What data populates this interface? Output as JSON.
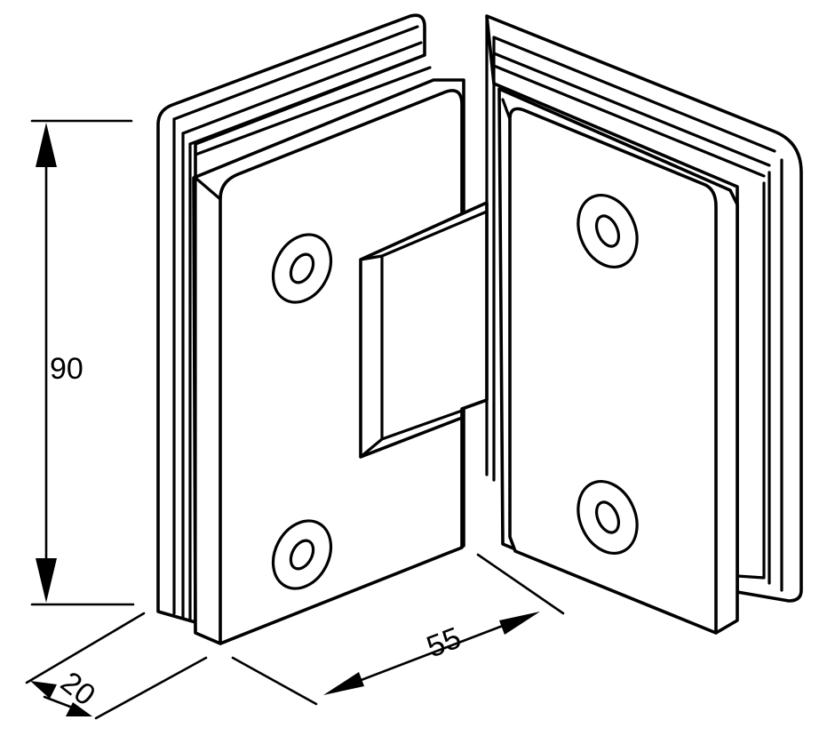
{
  "dimensions": {
    "height_label": "90",
    "width_label": "55",
    "depth_label": "20"
  },
  "colors": {
    "line": "#000000",
    "background": "#ffffff"
  }
}
